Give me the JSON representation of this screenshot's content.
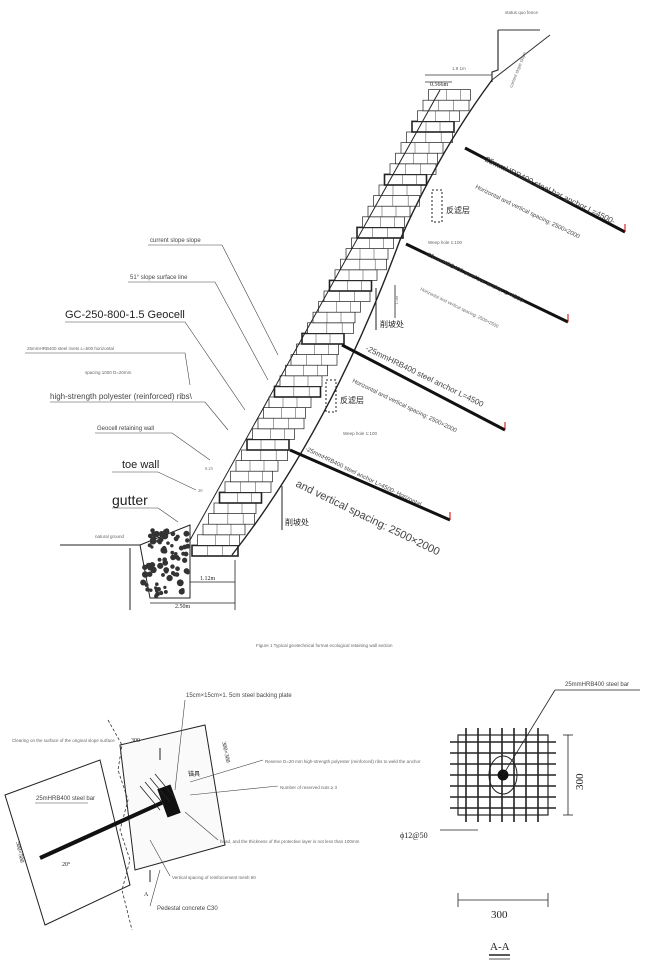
{
  "figure1": {
    "top_labels": {
      "fence": "status quo fence",
      "slope_top": "current slope slope",
      "width_top": "1.9 1m",
      "dim_566": "0.566m"
    },
    "left_labels": {
      "current_slope": "current slope slope",
      "surface_line": "51° slope surface line",
      "geocell": "GC-250-800-1.5 Geocell",
      "rivets1": "25mmHRB400 steel rivets L=500 horizontal",
      "rivets2": "spacing 1000 D=20mm",
      "ribs": "high-strength polyester (reinforced) ribs\\",
      "retaining_wall": "Geocell retaining wall",
      "toe_wall": "toe wall",
      "gutter": "gutter",
      "natural_ground": "natural ground"
    },
    "anchors": [
      {
        "line1": "-25mmHRB400 steel bar anchor L=4500-",
        "line2": "Horizontal and vertical spacing: 2500×2000"
      },
      {
        "line1": "-25mmHRB400 steel bar anchor L=4500-",
        "line2": "Horizontal and vertical spacing: 2500×2500"
      },
      {
        "line1": "-25mmHRB400 steel anchor L=4500",
        "line2": "Horizontal and vertical spacing: 2500×2000"
      },
      {
        "line1": "-25mmHRB400 steel anchor L=4500- Horizontal",
        "line2": "and vertical spacing: 2500×2000"
      }
    ],
    "filter_layer": "反滤层",
    "cut_slope": "削坡处",
    "weep_hole_a": "Weep hole 1:100",
    "weep_hole_b": "Weep hole 1:100",
    "dim_15": "1.5m",
    "dim_112": "1.12m",
    "dim_250": "2.50m",
    "dim_025": "0.25",
    "dim_020": "20",
    "caption": "Figure 1 Typical geotechnical format ecological retaining wall section"
  },
  "figure2": {
    "backing_plate": "15cm×15cm×1. 5cm steel backing plate",
    "clearing": "Clearing on the surface of the original slope surface",
    "dim_300_top": "300",
    "bar_label": "25mHRB400 steel bar",
    "anchor_cn": "锚具",
    "rebar_note": "Reserve D=20 mm high-strength polyester (reinforced) ribs to weld the anchor",
    "nuts": "Number of reserved nuts ≥ 3",
    "protective": "head, and the thickness of the protective layer is not less than 100mm",
    "dim_300x300": "300×300",
    "dim_500x500": "500×500",
    "angle": "20°",
    "section_a": "A",
    "weld": "Vertical spacing of reinforcement mesh 60",
    "pedestal": "Pedestal concrete C30",
    "section_bar": "25mmHRB400 steel bar",
    "phi": "ϕ12@50",
    "dim_300_right": "300",
    "dim_300_bottom": "300",
    "section_title": "A-A"
  }
}
